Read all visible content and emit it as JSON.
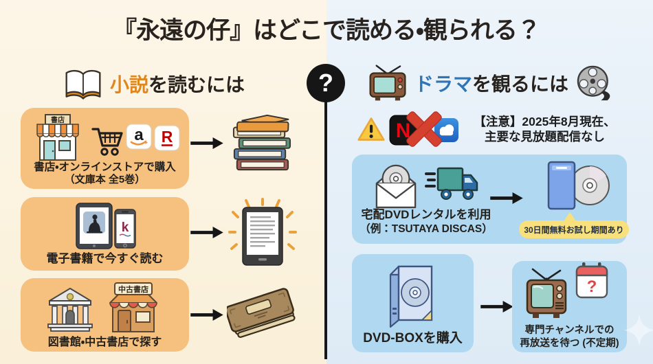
{
  "title": "『永遠の仔』はどこで読める・観られる？",
  "divider": {
    "question_mark": "?"
  },
  "left_section": {
    "header": {
      "highlight": "小説",
      "rest": "を読むには"
    },
    "cards": [
      {
        "line1": "書店・オンラインストアで購入",
        "line2": "（文庫本 全5巻）"
      },
      {
        "line1": "電子書籍で今すぐ読む"
      },
      {
        "line1": "図書館・中古書店で探す"
      }
    ],
    "icon_labels": {
      "bookstore_sign": "書店",
      "used_bookstore_sign": "中古書店",
      "amazon_letter": "a",
      "rakuten_letter": "R",
      "kobo_letter": "k"
    }
  },
  "right_section": {
    "header": {
      "highlight": "ドラマ",
      "rest": "を観るには"
    },
    "notice": {
      "line1": "【注意】2025年8月現在、",
      "line2": "主要な見放題配信なし"
    },
    "icon_labels": {
      "netflix_letter": "N",
      "calendar_question": "?"
    },
    "cards": [
      {
        "line1": "宅配DVDレンタルを利用",
        "line2": "（例：TSUTAYA DISCAS）",
        "badge": "30日間無料お試し期間あり"
      },
      {
        "line1": "DVD-BOXを購入"
      },
      {
        "line1": "専門チャンネルでの",
        "line2": "再放送を待つ (不定期)"
      }
    ]
  },
  "colors": {
    "left_background": "#FCF4E2",
    "right_background": "#E9F2F9",
    "orange_card": "#F6C07E",
    "blue_card": "#B0D8F0",
    "accent_orange": "#E0861F",
    "accent_blue": "#2E75B6",
    "badge_yellow": "#F8E07C",
    "netflix_red": "#E50914",
    "rakuten_red": "#BF0000",
    "text_dark": "#26221E"
  }
}
